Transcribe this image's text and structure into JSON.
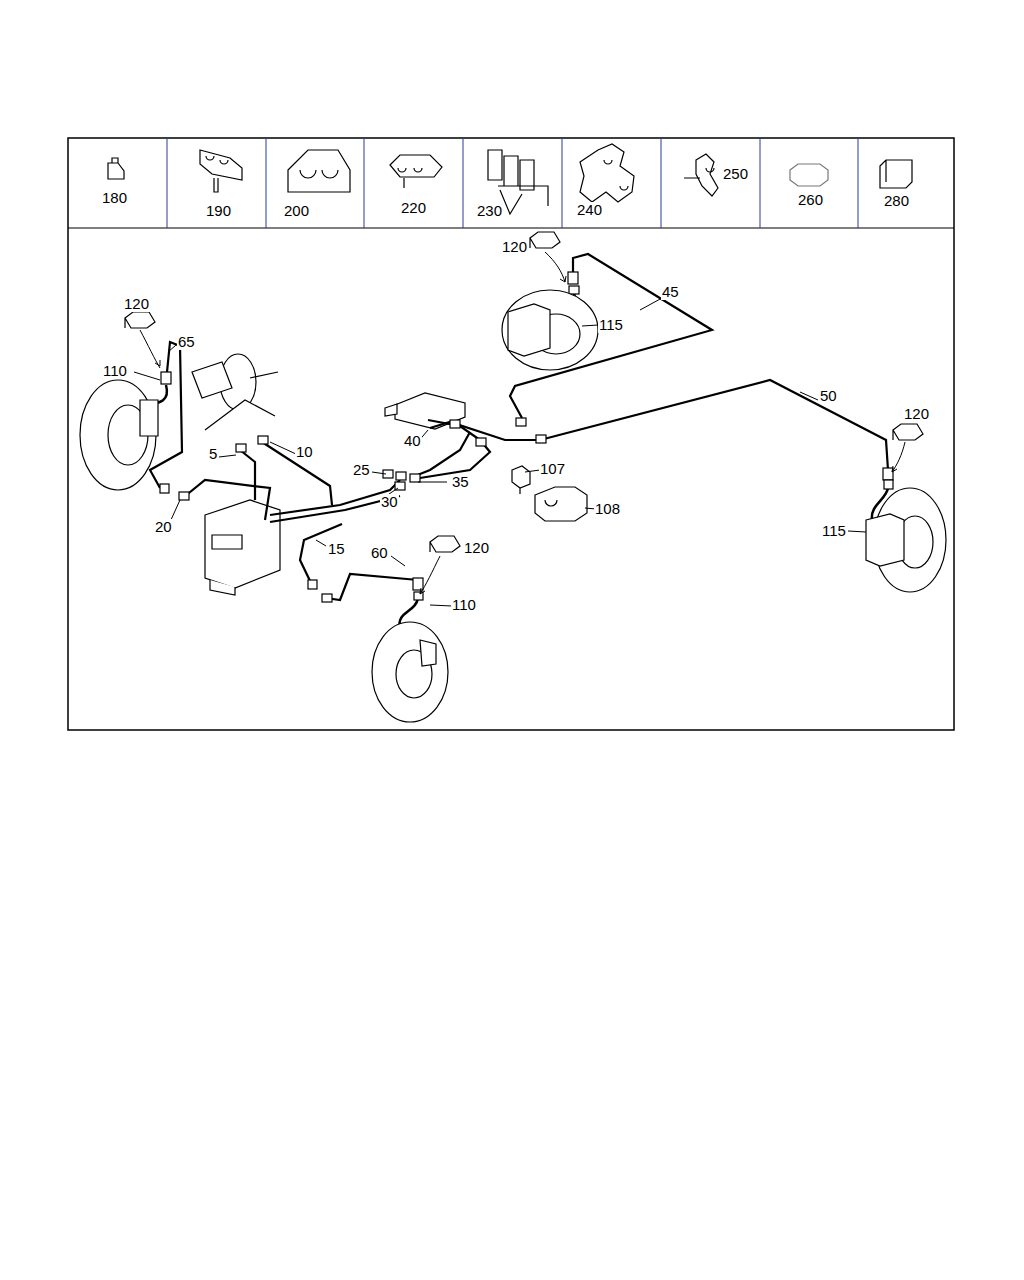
{
  "diagram": {
    "labels": [
      "180",
      "190",
      "200",
      "220",
      "230",
      "240",
      "250",
      "260",
      "280",
      "120",
      "45",
      "115",
      "120",
      "65",
      "110",
      "50",
      "120",
      "5",
      "10",
      "40",
      "25",
      "107",
      "35",
      "30",
      "20",
      "108",
      "115",
      "15",
      "60",
      "120",
      "110"
    ]
  }
}
